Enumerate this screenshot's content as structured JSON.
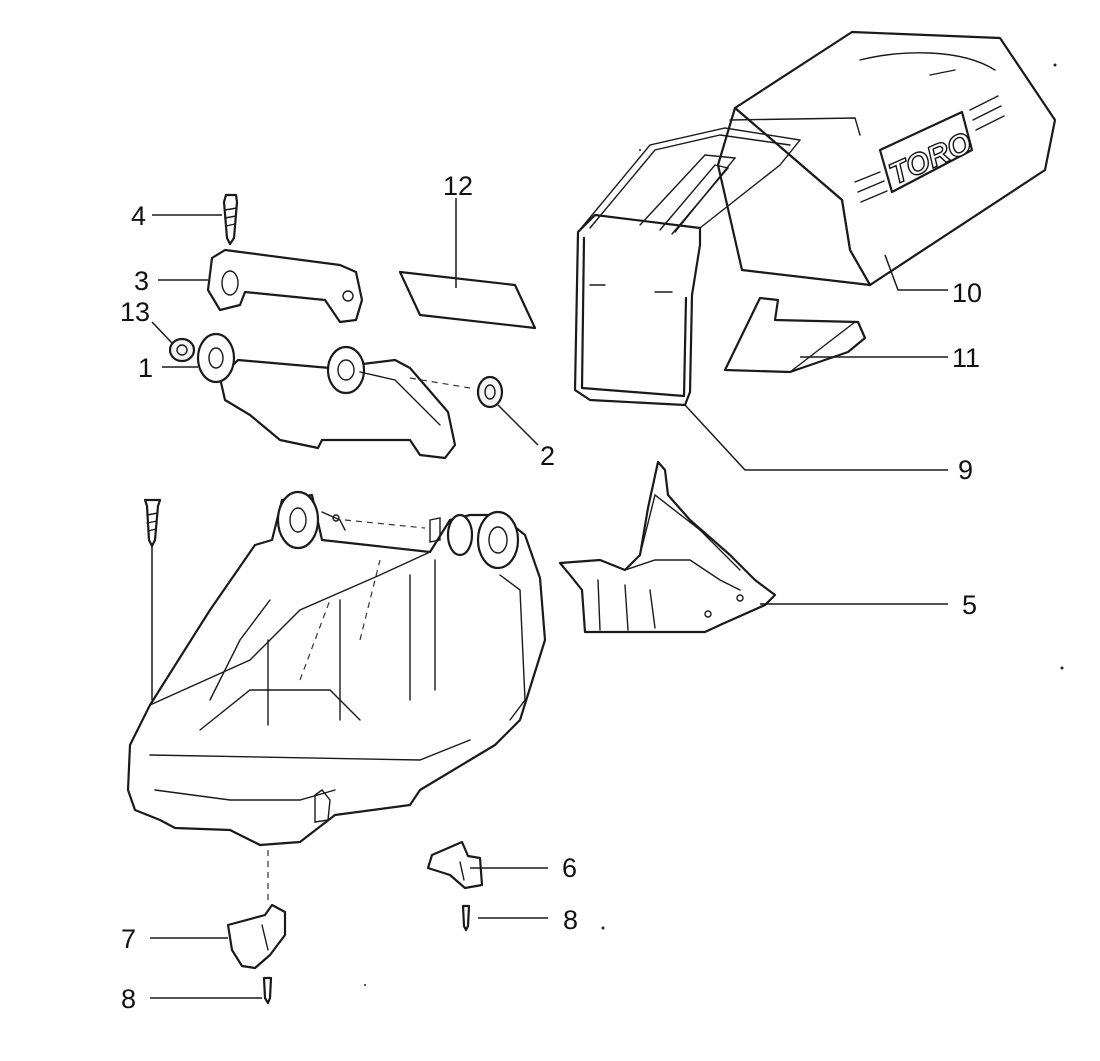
{
  "diagram": {
    "brand_logo": "TORO",
    "callouts": [
      {
        "id": "c1",
        "label": "1"
      },
      {
        "id": "c2",
        "label": "2"
      },
      {
        "id": "c3",
        "label": "3"
      },
      {
        "id": "c4",
        "label": "4"
      },
      {
        "id": "c5",
        "label": "5"
      },
      {
        "id": "c6",
        "label": "6"
      },
      {
        "id": "c7",
        "label": "7"
      },
      {
        "id": "c8a",
        "label": "8"
      },
      {
        "id": "c8b",
        "label": "8"
      },
      {
        "id": "c9",
        "label": "9"
      },
      {
        "id": "c10",
        "label": "10"
      },
      {
        "id": "c11",
        "label": "11"
      },
      {
        "id": "c12",
        "label": "12"
      },
      {
        "id": "c13",
        "label": "13"
      }
    ]
  }
}
